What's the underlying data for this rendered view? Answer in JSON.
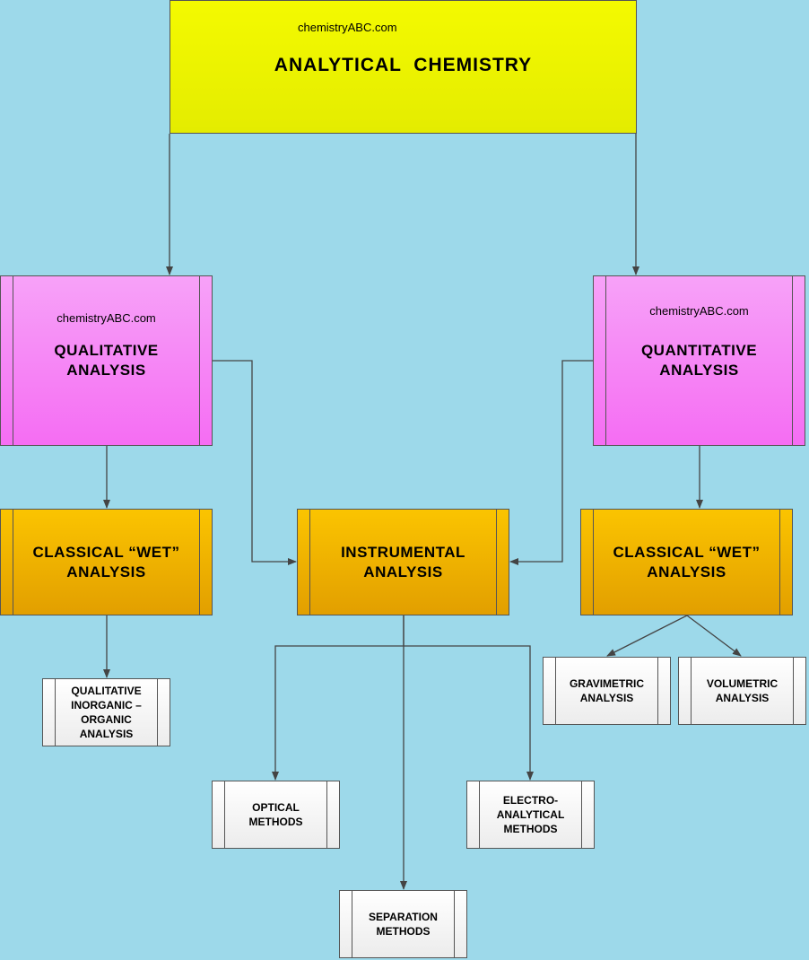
{
  "watermark": "chemistryABC.com",
  "nodes": {
    "root": {
      "title": "ANALYTICAL  CHEMISTRY"
    },
    "qualitative": {
      "line1": "QUALITATIVE",
      "line2": "ANALYSIS"
    },
    "quantitative": {
      "line1": "QUANTITATIVE",
      "line2": "ANALYSIS"
    },
    "classical_left": {
      "line1": "CLASSICAL “WET”",
      "line2": "ANALYSIS"
    },
    "instrumental": {
      "line1": "INSTRUMENTAL",
      "line2": "ANALYSIS"
    },
    "classical_right": {
      "line1": "CLASSICAL “WET”",
      "line2": "ANALYSIS"
    },
    "qual_inorganic": {
      "line1": "QUALITATIVE",
      "line2": "INORGANIC –",
      "line3": "ORGANIC",
      "line4": "ANALYSIS"
    },
    "gravimetric": {
      "line1": "GRAVIMETRIC",
      "line2": "ANALYSIS"
    },
    "volumetric": {
      "line1": "VOLUMETRIC",
      "line2": "ANALYSIS"
    },
    "optical": {
      "line1": "OPTICAL",
      "line2": "METHODS"
    },
    "electro": {
      "line1": "ELECTRO-",
      "line2": "ANALYTICAL",
      "line3": "METHODS"
    },
    "separation": {
      "line1": "SEPARATION",
      "line2": "METHODS"
    }
  },
  "colors": {
    "background": "#9dd9ea",
    "root": "#f0f600",
    "analysis_type": "#f686f5",
    "method_group": "#f5b300",
    "leaf": "#ffffff",
    "connector": "#444444"
  }
}
